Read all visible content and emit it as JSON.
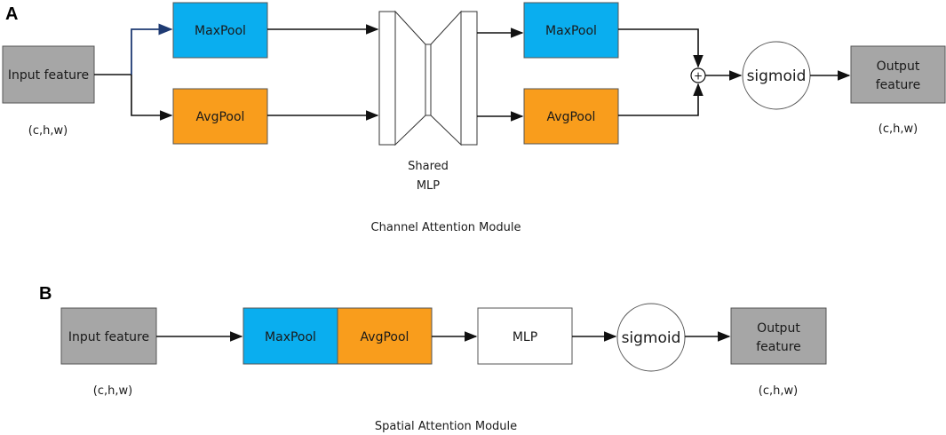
{
  "colors": {
    "gray": "#a6a6a6",
    "blue": "#0aaeef",
    "orange": "#f99d1c",
    "white": "#ffffff",
    "line": "#111111",
    "accent_line": "#1f3b73"
  },
  "panel_a": {
    "label": "A",
    "input_label": "Input feature",
    "input_dims": "(c,h,w)",
    "maxpool_label": "MaxPool",
    "avgpool_label": "AvgPool",
    "shared_mlp_line1": "Shared",
    "shared_mlp_line2": "MLP",
    "maxpool_out_label": "MaxPool",
    "avgpool_out_label": "AvgPool",
    "sum_symbol": "+",
    "sigmoid_label": "sigmoid",
    "output_line1": "Output",
    "output_line2": "feature",
    "output_dims": "(c,h,w)",
    "caption": "Channel Attention Module"
  },
  "panel_b": {
    "label": "B",
    "input_label": "Input feature",
    "input_dims": "(c,h,w)",
    "maxpool_label": "MaxPool",
    "avgpool_label": "AvgPool",
    "mlp_label": "MLP",
    "sigmoid_label": "sigmoid",
    "output_line1": "Output",
    "output_line2": "feature",
    "output_dims": "(c,h,w)",
    "caption": "Spatial Attention Module"
  }
}
